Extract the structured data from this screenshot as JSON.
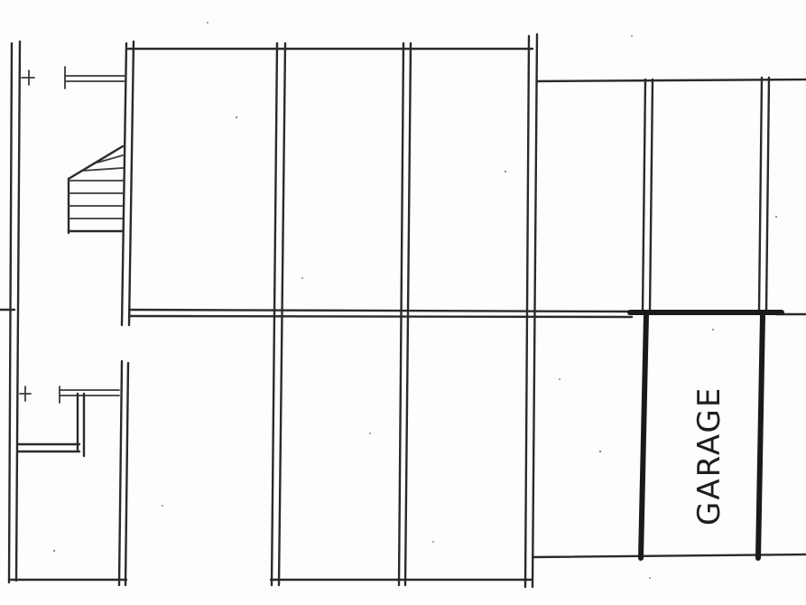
{
  "drawing": {
    "type": "architectural-floor-plan-sketch",
    "style": "hand-drawn pencil lines",
    "line_color": "#2a2a2a",
    "background_color": "#fdfdfb"
  },
  "labels": {
    "garage": "GARAGE"
  }
}
